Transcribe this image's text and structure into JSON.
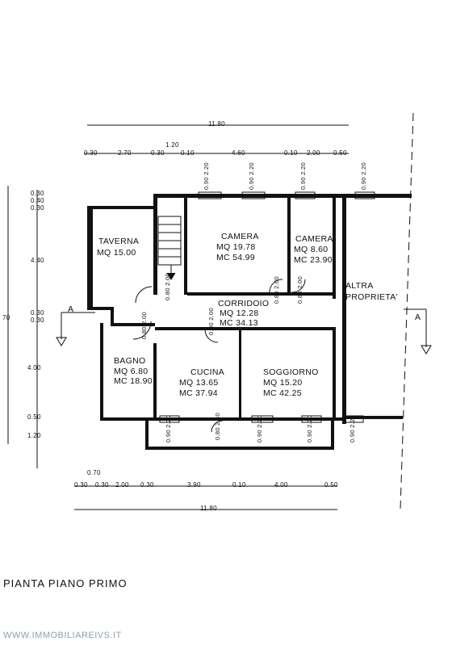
{
  "dimensions": {
    "top_total": "11.80",
    "top_offset": "1.20",
    "top_row": [
      "0.30",
      "2.70",
      "0.30",
      "0.10",
      "4.60",
      "0.10",
      "2.00",
      "0.50"
    ],
    "left_col": [
      "0.30",
      "0.40",
      "0.30",
      "4.40",
      "0.30",
      "0.30",
      "4.00",
      "0.50",
      "1.20"
    ],
    "left_side": "70",
    "bottom_row": [
      "0.30",
      "0.30",
      "2.00",
      "0.30",
      "3.90",
      "0.10",
      "4.00",
      "0.50"
    ],
    "bottom_offset": "0.70",
    "bottom_total": "11.80",
    "windows_top": [
      "0.90 2.20",
      "0.90 2.20",
      "0.90 2.20",
      "0.90 2.20"
    ],
    "windows_bottom": [
      "0.90 2.20",
      "0.90 2.20",
      "0.90 2.20",
      "0.90 2.20"
    ],
    "doors": [
      "0.80 2.00",
      "0.80 2.00",
      "0.80 2.00",
      "0.80 2.00",
      "0.80 2.00",
      "0.80 2.40"
    ]
  },
  "rooms": {
    "taverna": {
      "name": "TAVERNA",
      "mq": "MQ  15.00"
    },
    "camera1": {
      "name": "CAMERA",
      "mq": "MQ  19.78",
      "mc": "MC  54.99"
    },
    "camera2": {
      "name": "CAMERA",
      "mq": "MQ  8.60",
      "mc": "MC  23.90"
    },
    "corridoio": {
      "name": "CORRIDOIO",
      "mq": "MQ  12.28",
      "mc": "MC  34.13"
    },
    "bagno": {
      "name": "BAGNO",
      "mq": "MQ  6.80",
      "mc": "MC  18.90"
    },
    "cucina": {
      "name": "CUCINA",
      "mq": "MQ  13.65",
      "mc": "MC  37.94"
    },
    "soggiorno": {
      "name": "SOGGIORNO",
      "mq": "MQ  15.20",
      "mc": "MC  42.25"
    },
    "altra": {
      "line1": "ALTRA",
      "line2": "PROPRIETA'"
    }
  },
  "section_marks": [
    "A",
    "A"
  ],
  "title": "PIANTA  PIANO  PRIMO",
  "watermark": "WWW.IMMOBILIAREIVS.IT"
}
